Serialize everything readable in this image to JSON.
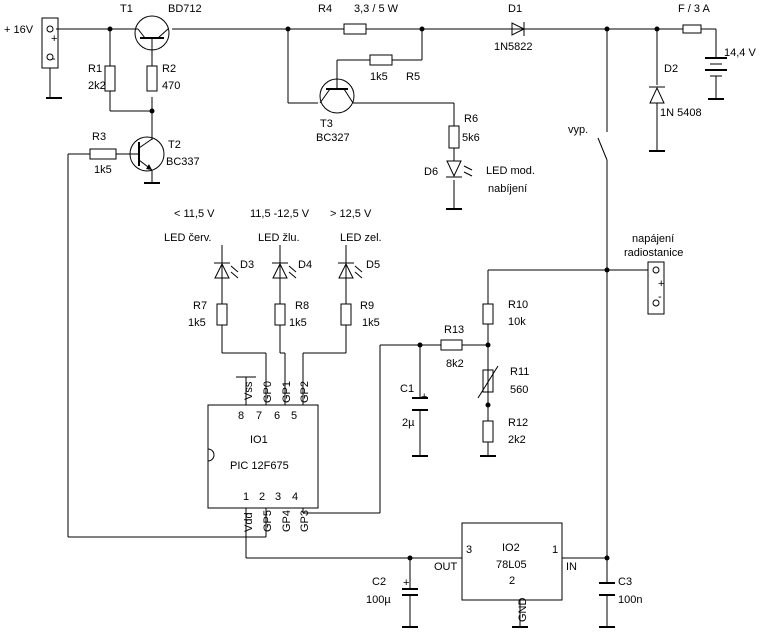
{
  "labels": {
    "vin": "+ 16V",
    "t1": "T1",
    "t1_type": "BD712",
    "r4": "R4",
    "r4_val": "3,3 / 5 W",
    "d1": "D1",
    "d1_type": "1N5822",
    "fuse": "F / 3 A",
    "batt": "14,4 V",
    "r1": "R1",
    "r1_val": "2k2",
    "r2": "R2",
    "r2_val": "470",
    "r5": "R5",
    "r5_val": "1k5",
    "t3": "T3",
    "t3_type": "BC327",
    "d2": "D2",
    "d2_type": "1N 5408",
    "r3": "R3",
    "r3_val": "1k5",
    "t2": "T2",
    "t2_type": "BC337",
    "r6": "R6",
    "r6_val": "5k6",
    "switch": "vyp.",
    "d6": "D6",
    "d6_desc1": "LED mod.",
    "d6_desc2": "nabíjení",
    "range1": "< 11,5 V",
    "range2": "11,5 -12,5 V",
    "range3": "> 12,5 V",
    "led1": "LED červ.",
    "led2": "LED žlu.",
    "led3": "LED zel.",
    "d3": "D3",
    "d4": "D4",
    "d5": "D5",
    "r7": "R7",
    "r7_val": "1k5",
    "r8": "R8",
    "r8_val": "1k5",
    "r9": "R9",
    "r9_val": "1k5",
    "supply1": "napájení",
    "supply2": "radiostanice",
    "r10": "R10",
    "r10_val": "10k",
    "r13": "R13",
    "r13_val": "8k2",
    "r11": "R11",
    "r11_val": "560",
    "c1": "C1",
    "c1_val": "2µ",
    "r12": "R12",
    "r12_val": "2k2",
    "io1": "IO1",
    "io1_type": "PIC 12F675",
    "pin_vss": "Vss",
    "pin_gp0": "GP0",
    "pin_gp1": "GP1",
    "pin_gp2": "GP2",
    "pin_vdd": "Vdd",
    "pin_gp5": "GP5",
    "pin_gp4": "GP4",
    "pin_gp3": "GP3",
    "pin8": "8",
    "pin7": "7",
    "pin6": "6",
    "pin5": "5",
    "pin1": "1",
    "pin2": "2",
    "pin3": "3",
    "pin4": "4",
    "io2": "IO2",
    "io2_type": "78L05",
    "io2_out": "OUT",
    "io2_in": "IN",
    "io2_gnd": "GND",
    "io2_p3": "3",
    "io2_p1": "1",
    "io2_p2": "2",
    "c2": "C2",
    "c2_val": "100µ",
    "c3": "C3",
    "c3_val": "100n",
    "plus": "+",
    "minus": "-"
  }
}
